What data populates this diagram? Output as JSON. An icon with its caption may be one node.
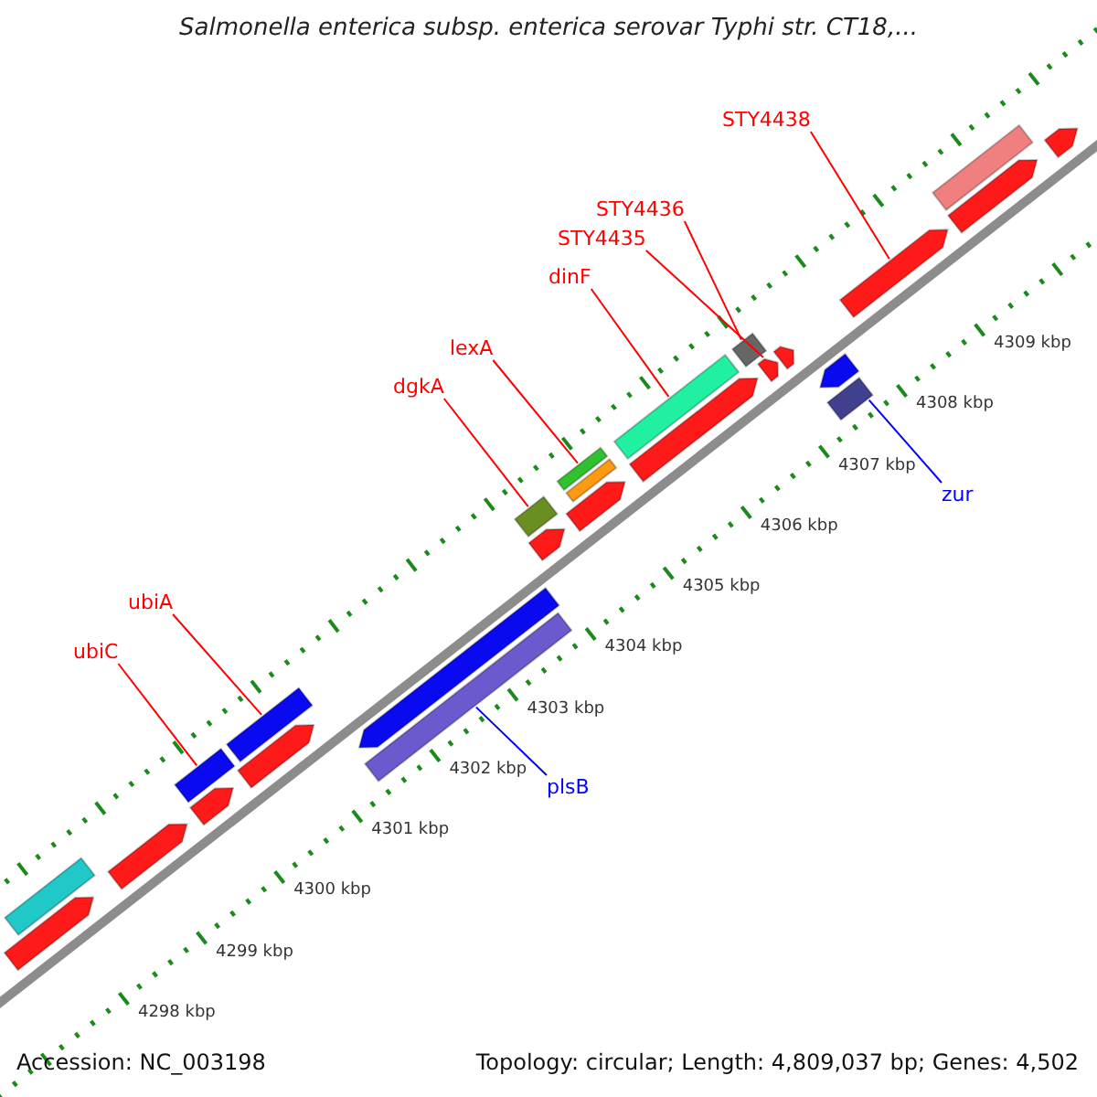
{
  "diagram": {
    "title": "Salmonella enterica subsp. enterica serovar Typhi str. CT18,...",
    "nodes": [
      {
        "text": [
          "STY4438"
        ]
      },
      {
        "text": [
          "STY4436"
        ]
      },
      {
        "text": [
          "STY4435"
        ]
      },
      {
        "text": [
          "dinF"
        ]
      },
      {
        "text": [
          "lexA"
        ]
      },
      {
        "text": [
          "dgkA"
        ]
      },
      {
        "text": [
          "zur"
        ]
      },
      {
        "text": [
          "ubiA"
        ]
      },
      {
        "text": [
          "ubiC"
        ]
      },
      {
        "text": [
          "plsB"
        ]
      },
      {
        "text": [],
        "shape": "box"
      },
      {
        "text": [],
        "shape": "arrow"
      },
      {
        "text": [],
        "shape": "arrow"
      },
      {
        "text": [],
        "shape": "arrow"
      },
      {
        "text": [],
        "shape": "box"
      },
      {
        "text": [],
        "shape": "arrow"
      },
      {
        "text": [],
        "shape": "box"
      },
      {
        "text": [],
        "shape": "box"
      },
      {
        "text": [],
        "shape": "arrow"
      },
      {
        "text": [],
        "shape": "arrow"
      },
      {
        "text": [],
        "shape": "box"
      },
      {
        "text": [],
        "shape": "arrow"
      },
      {
        "text": [],
        "shape": "box"
      },
      {
        "text": [],
        "shape": "box"
      },
      {
        "text": [],
        "shape": "arrow"
      },
      {
        "text": [],
        "shape": "box"
      },
      {
        "text": [],
        "shape": "box"
      },
      {
        "text": [],
        "shape": "arrow"
      },
      {
        "text": [],
        "shape": "arrow"
      },
      {
        "text": [],
        "shape": "box"
      },
      {
        "text": [],
        "shape": "arrow"
      },
      {
        "text": [],
        "shape": "arrow"
      },
      {
        "text": [],
        "shape": "arrow"
      },
      {
        "text": [],
        "shape": "box"
      },
      {
        "text": [],
        "shape": "arrow"
      }
    ],
    "edges": [
      {
        "from": 0,
        "to": 31,
        "arrow": "none"
      },
      {
        "from": 1,
        "to": 26,
        "arrow": "none"
      },
      {
        "from": 2,
        "to": 27,
        "arrow": "none"
      },
      {
        "from": 3,
        "to": 25,
        "arrow": "none"
      },
      {
        "from": 4,
        "to": 22,
        "arrow": "none"
      },
      {
        "from": 5,
        "to": 20,
        "arrow": "none"
      },
      {
        "from": 6,
        "to": 29,
        "arrow": "none",
        "color": "#0000ff"
      },
      {
        "from": 7,
        "to": 16,
        "arrow": "none"
      },
      {
        "from": 8,
        "to": 14,
        "arrow": "none"
      },
      {
        "from": 9,
        "to": 17,
        "arrow": "none",
        "color": "#0000ff"
      }
    ],
    "labels": [
      "4309 kbp",
      "4308 kbp",
      "4307 kbp",
      "4306 kbp",
      "4305 kbp",
      "4304 kbp",
      "4303 kbp",
      "4302 kbp",
      "4301 kbp",
      "4300 kbp",
      "4299 kbp",
      "4298 kbp",
      "Accession: NC_003198",
      "Topology: circular; Length: 4,809,037 bp; Genes: 4,502"
    ]
  }
}
